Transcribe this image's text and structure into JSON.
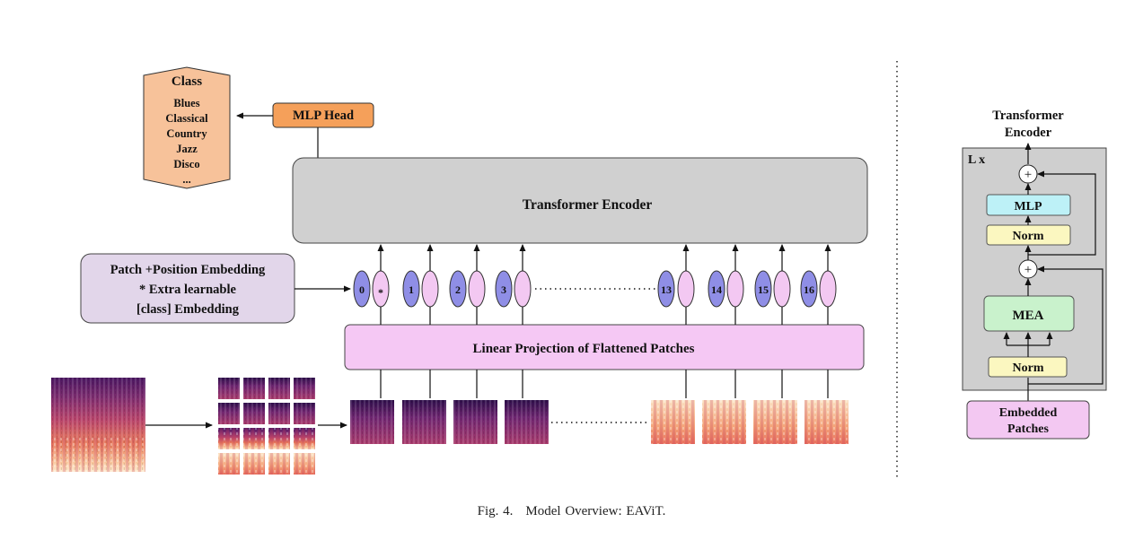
{
  "class_box": {
    "title": "Class",
    "items": [
      "Blues",
      "Classical",
      "Country",
      "Jazz",
      "Disco",
      "..."
    ]
  },
  "mlp_head": "MLP Head",
  "transformer_encoder": "Transformer Encoder",
  "patch_embedding": {
    "lines": [
      "Patch +Position Embedding",
      "* Extra learnable",
      "[class] Embedding"
    ]
  },
  "token_labels": [
    "0",
    "*",
    "1",
    "2",
    "3",
    "13",
    "14",
    "15",
    "16"
  ],
  "linear_projection": "Linear Projection of Flattened Patches",
  "encoder_block": {
    "title_line1": "Transformer",
    "title_line2": "Encoder",
    "repeat": "L x",
    "mlp": "MLP",
    "norm_top": "Norm",
    "mea": "MEA",
    "norm_bottom": "Norm",
    "plus": "+",
    "input_line1": "Embedded",
    "input_line2": "Patches"
  },
  "caption": {
    "number": "Fig. 4.",
    "text": "Model Overview: EAViT."
  },
  "colors": {
    "class_box": "#f7c29a",
    "mlp_head": "#f5a05a",
    "encoder": "#d0d0d0",
    "patch_embed": "#e2d6ea",
    "projection": "#f5c8f4",
    "token_blue": "#8f8ee6",
    "token_pink": "#f3c8f2",
    "mlp_block": "#bdf1f7",
    "norm_block": "#fbf7c0",
    "mea_block": "#c9f2cc",
    "embedded_patches": "#f3c8f2",
    "encoder_panel": "#cfcfcf"
  }
}
